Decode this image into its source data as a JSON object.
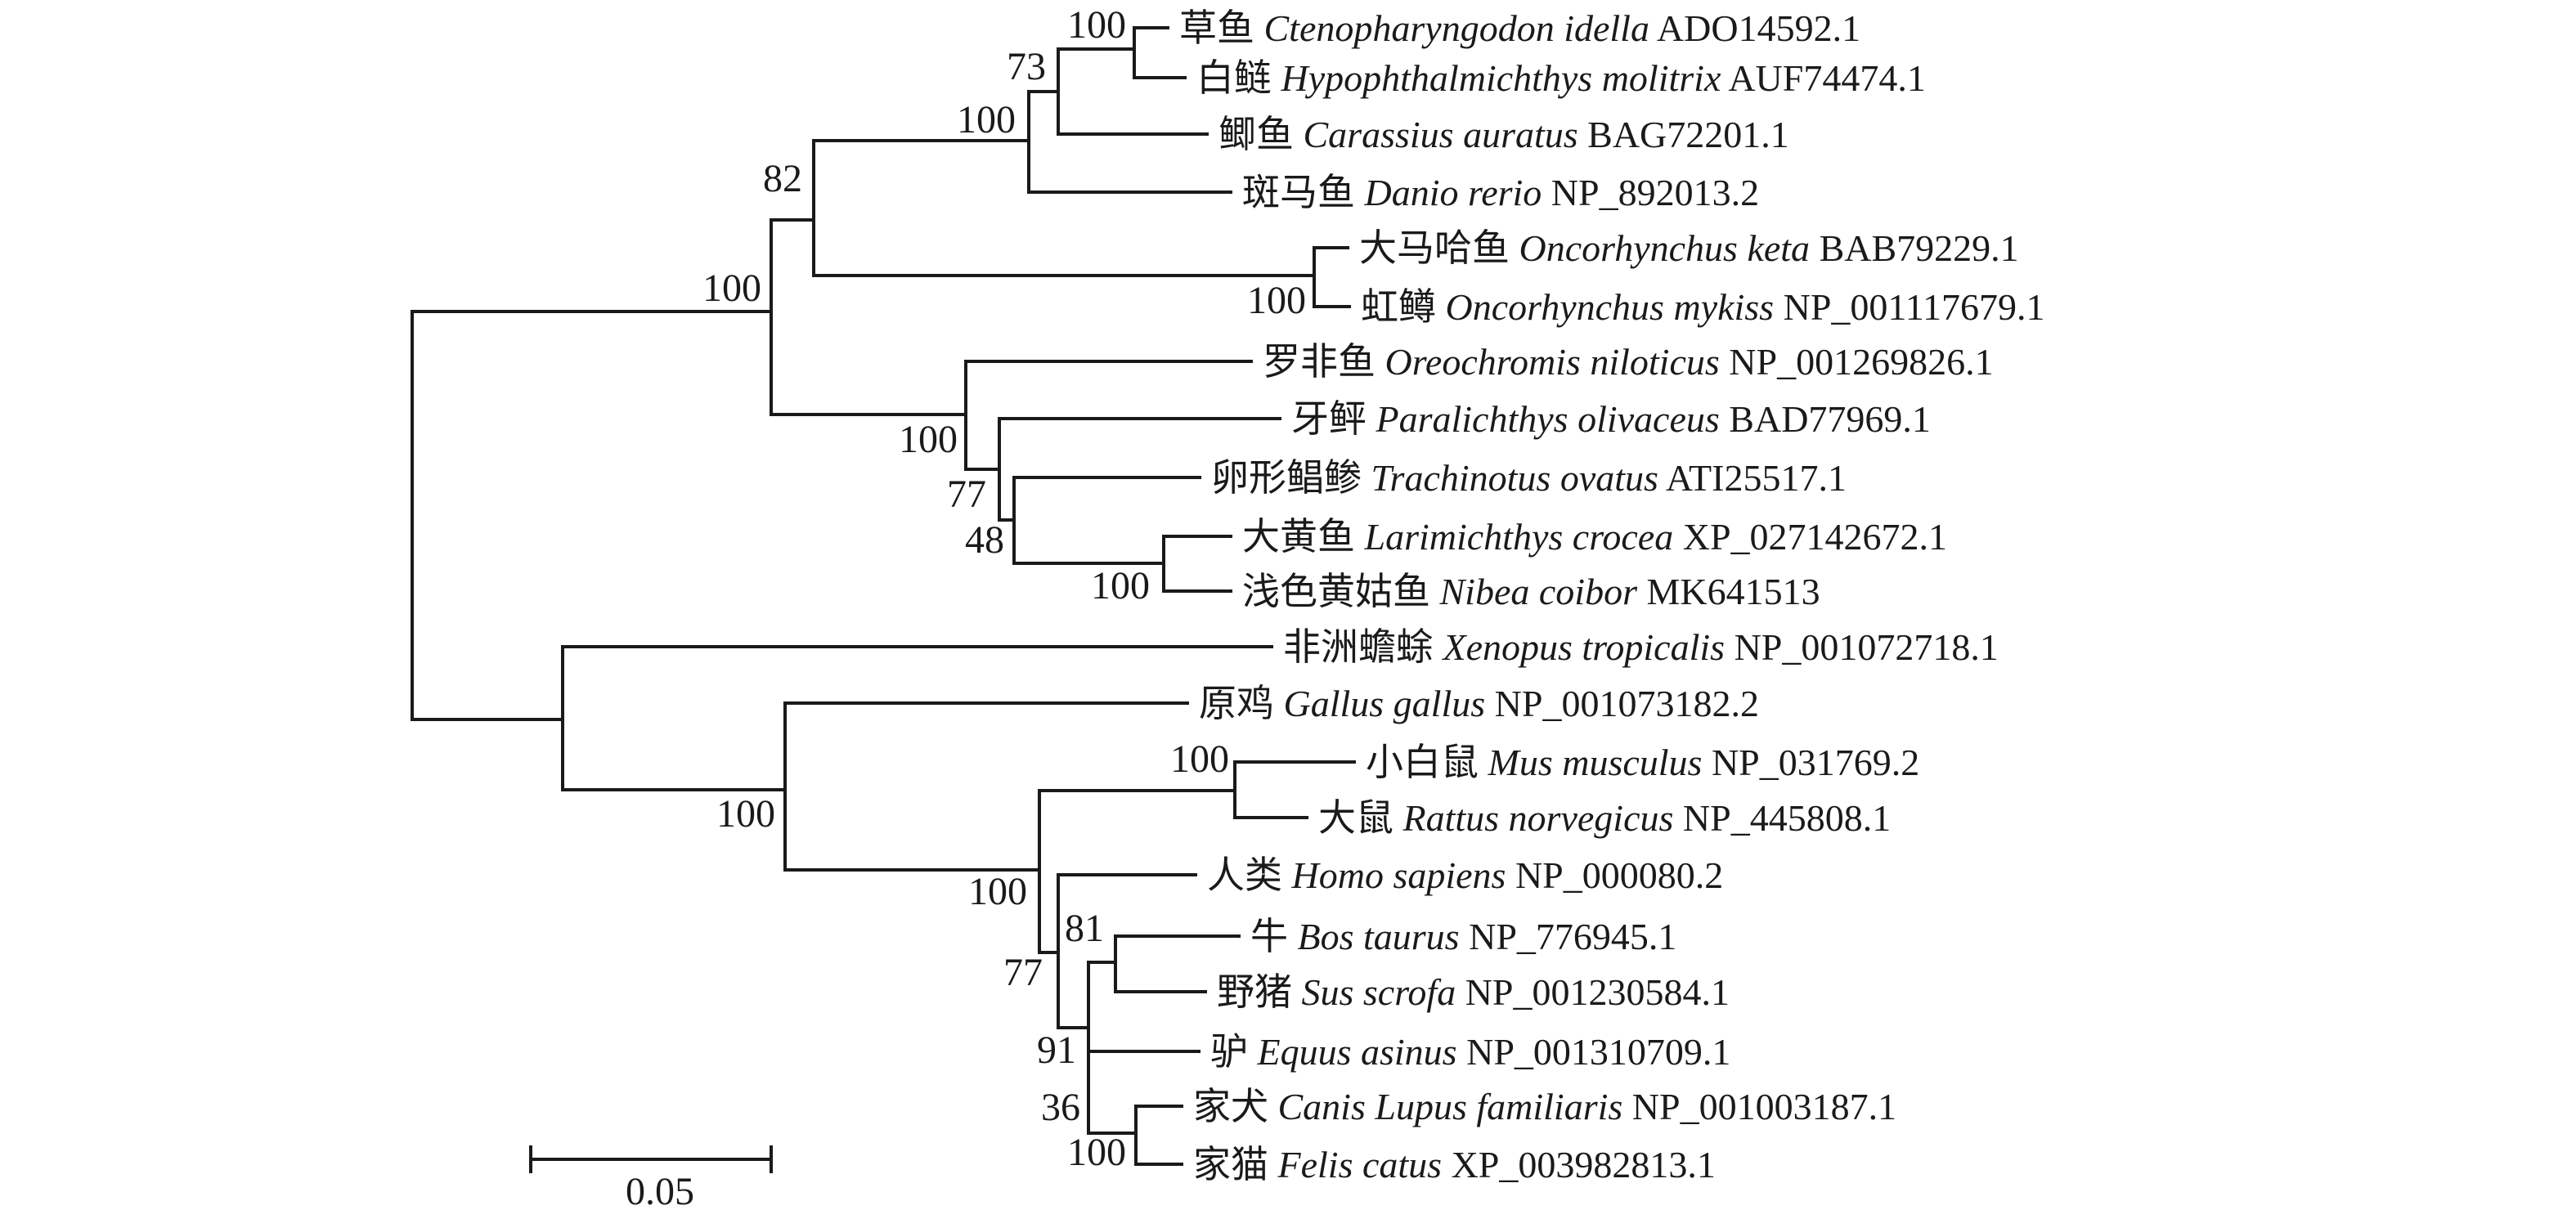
{
  "tree": {
    "leaves": [
      {
        "cn": "草鱼",
        "species": "Ctenopharyngodon idella",
        "accession": "ADO14592.1"
      },
      {
        "cn": "白鲢",
        "species": "Hypophthalmichthys molitrix",
        "accession": "AUF74474.1"
      },
      {
        "cn": "鲫鱼",
        "species": "Carassius auratus",
        "accession": "BAG72201.1"
      },
      {
        "cn": "斑马鱼",
        "species": "Danio rerio",
        "accession": "NP_892013.2"
      },
      {
        "cn": "大马哈鱼",
        "species": "Oncorhynchus keta",
        "accession": "BAB79229.1"
      },
      {
        "cn": "虹鳟",
        "species": "Oncorhynchus mykiss",
        "accession": "NP_001117679.1"
      },
      {
        "cn": "罗非鱼",
        "species": "Oreochromis niloticus",
        "accession": "NP_001269826.1"
      },
      {
        "cn": "牙鲆",
        "species": "Paralichthys olivaceus",
        "accession": "BAD77969.1"
      },
      {
        "cn": "卵形鲳鲹",
        "species": "Trachinotus ovatus",
        "accession": "ATI25517.1"
      },
      {
        "cn": "大黄鱼",
        "species": "Larimichthys crocea",
        "accession": "XP_027142672.1"
      },
      {
        "cn": "浅色黄姑鱼",
        "species": "Nibea coibor",
        "accession": "MK641513"
      },
      {
        "cn": "非洲蟾蜍",
        "species": "Xenopus tropicalis",
        "accession": "NP_001072718.1"
      },
      {
        "cn": "原鸡",
        "species": "Gallus gallus",
        "accession": "NP_001073182.2"
      },
      {
        "cn": "小白鼠",
        "species": "Mus musculus",
        "accession": "NP_031769.2"
      },
      {
        "cn": "大鼠",
        "species": "Rattus norvegicus",
        "accession": "NP_445808.1"
      },
      {
        "cn": "人类",
        "species": "Homo sapiens",
        "accession": "NP_000080.2"
      },
      {
        "cn": "牛",
        "species": "Bos taurus",
        "accession": "NP_776945.1"
      },
      {
        "cn": "野猪",
        "species": "Sus scrofa",
        "accession": "NP_001230584.1"
      },
      {
        "cn": "驴",
        "species": "Equus asinus",
        "accession": "NP_001310709.1"
      },
      {
        "cn": "家犬",
        "species": "Canis Lupus familiaris",
        "accession": "NP_001003187.1"
      },
      {
        "cn": "家猫",
        "species": "Felis catus",
        "accession": "XP_003982813.1"
      }
    ],
    "bootstrap": [
      {
        "node": "grass-carp-silver-carp",
        "value": "100"
      },
      {
        "node": "carp-clade",
        "value": "73"
      },
      {
        "node": "cyprinid-clade",
        "value": "100"
      },
      {
        "node": "cyprinid-salmonid",
        "value": "82"
      },
      {
        "node": "teleost-clade",
        "value": "100"
      },
      {
        "node": "salmonid-clade",
        "value": "100"
      },
      {
        "node": "perciform-clade",
        "value": "100"
      },
      {
        "node": "flounder-clade",
        "value": "77"
      },
      {
        "node": "pompano-sciaenid",
        "value": "48"
      },
      {
        "node": "sciaenid-clade",
        "value": "100"
      },
      {
        "node": "rodent-clade",
        "value": "100"
      },
      {
        "node": "amniote-clade",
        "value": "100"
      },
      {
        "node": "mammal-clade",
        "value": "100"
      },
      {
        "node": "human-laurasiatheria",
        "value": "77"
      },
      {
        "node": "cow-pig",
        "value": "81"
      },
      {
        "node": "laurasiatheria",
        "value": "91"
      },
      {
        "node": "donkey-carnivora",
        "value": "36"
      },
      {
        "node": "carnivora-clade",
        "value": "100"
      }
    ]
  },
  "scale_bar": {
    "label": "0.05",
    "value": 0.05
  }
}
